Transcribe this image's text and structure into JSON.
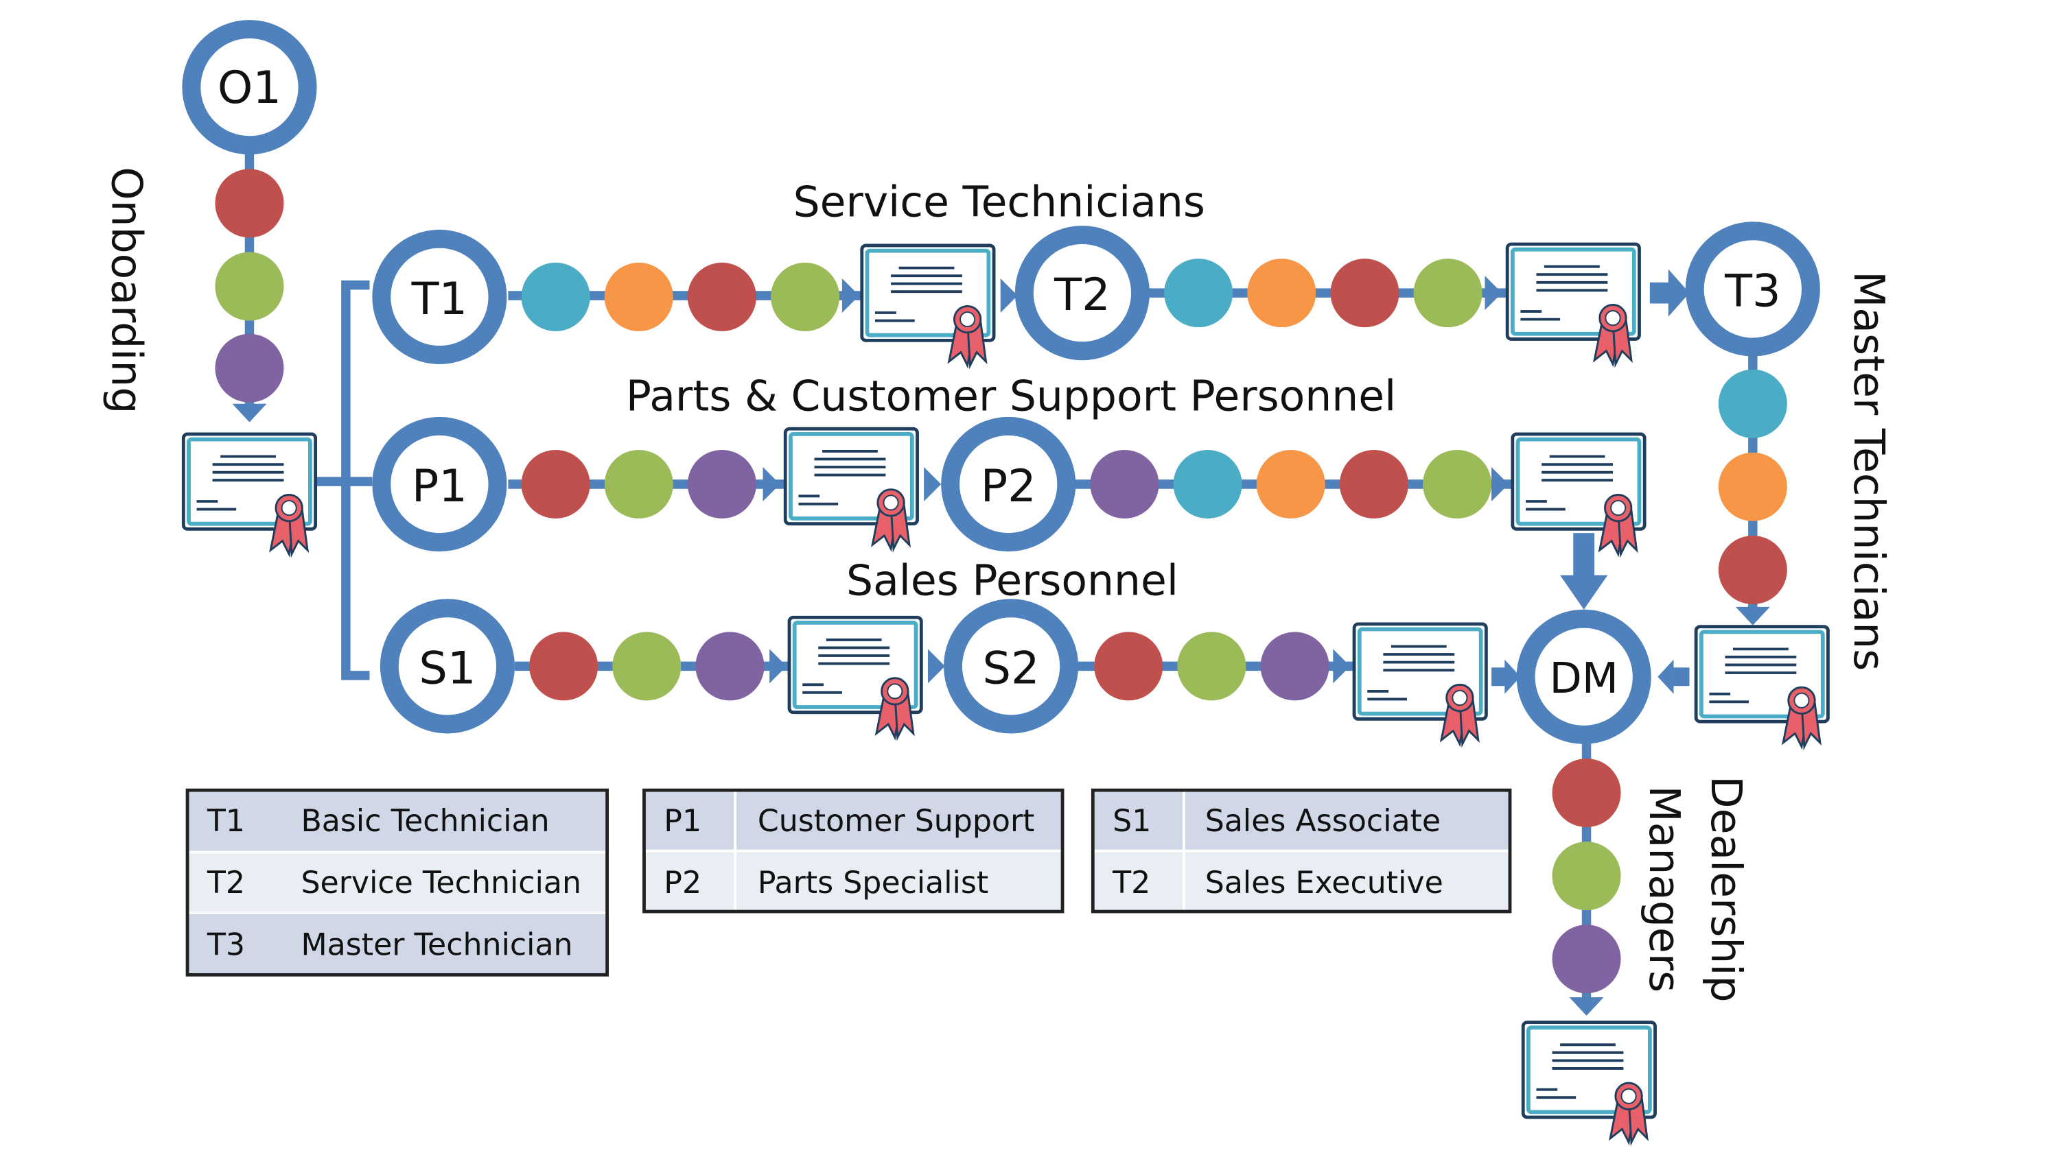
{
  "nodes": {
    "o1": "O1",
    "t1": "T1",
    "t2": "T2",
    "t3": "T3",
    "p1": "P1",
    "p2": "P2",
    "s1": "S1",
    "s2": "S2",
    "dm": "DM"
  },
  "labels": {
    "onboarding": "Onboarding",
    "service_technicians": "Service Technicians",
    "parts_support": "Parts & Customer Support Personnel",
    "sales_personnel": "Sales Personnel",
    "master_technicians": "Master Technicians",
    "dealership": "Dealership",
    "managers": "Managers"
  },
  "legend": {
    "technicians": [
      {
        "code": "T1",
        "title": "Basic Technician"
      },
      {
        "code": "T2",
        "title": "Service Technician"
      },
      {
        "code": "T3",
        "title": "Master Technician"
      }
    ],
    "parts": [
      {
        "code": "P1",
        "title": "Customer Support"
      },
      {
        "code": "P2",
        "title": "Parts Specialist"
      }
    ],
    "sales": [
      {
        "code": "S1",
        "title": "Sales Associate"
      },
      {
        "code": "T2",
        "title": "Sales Executive"
      }
    ]
  },
  "colors": {
    "track": "#4f81bd",
    "red": "#c0504d",
    "green": "#9bbb59",
    "purple": "#8064a2",
    "teal": "#4bacc6",
    "orange": "#f79646",
    "cert_fill": "#ffffff",
    "ribbon": "#e8606a",
    "table_header": "#d0d8e8",
    "table_row": "#e9edf4"
  },
  "icons": {
    "certificate": "certificate-icon",
    "step": "step-dot-icon",
    "arrow": "arrow-icon"
  }
}
